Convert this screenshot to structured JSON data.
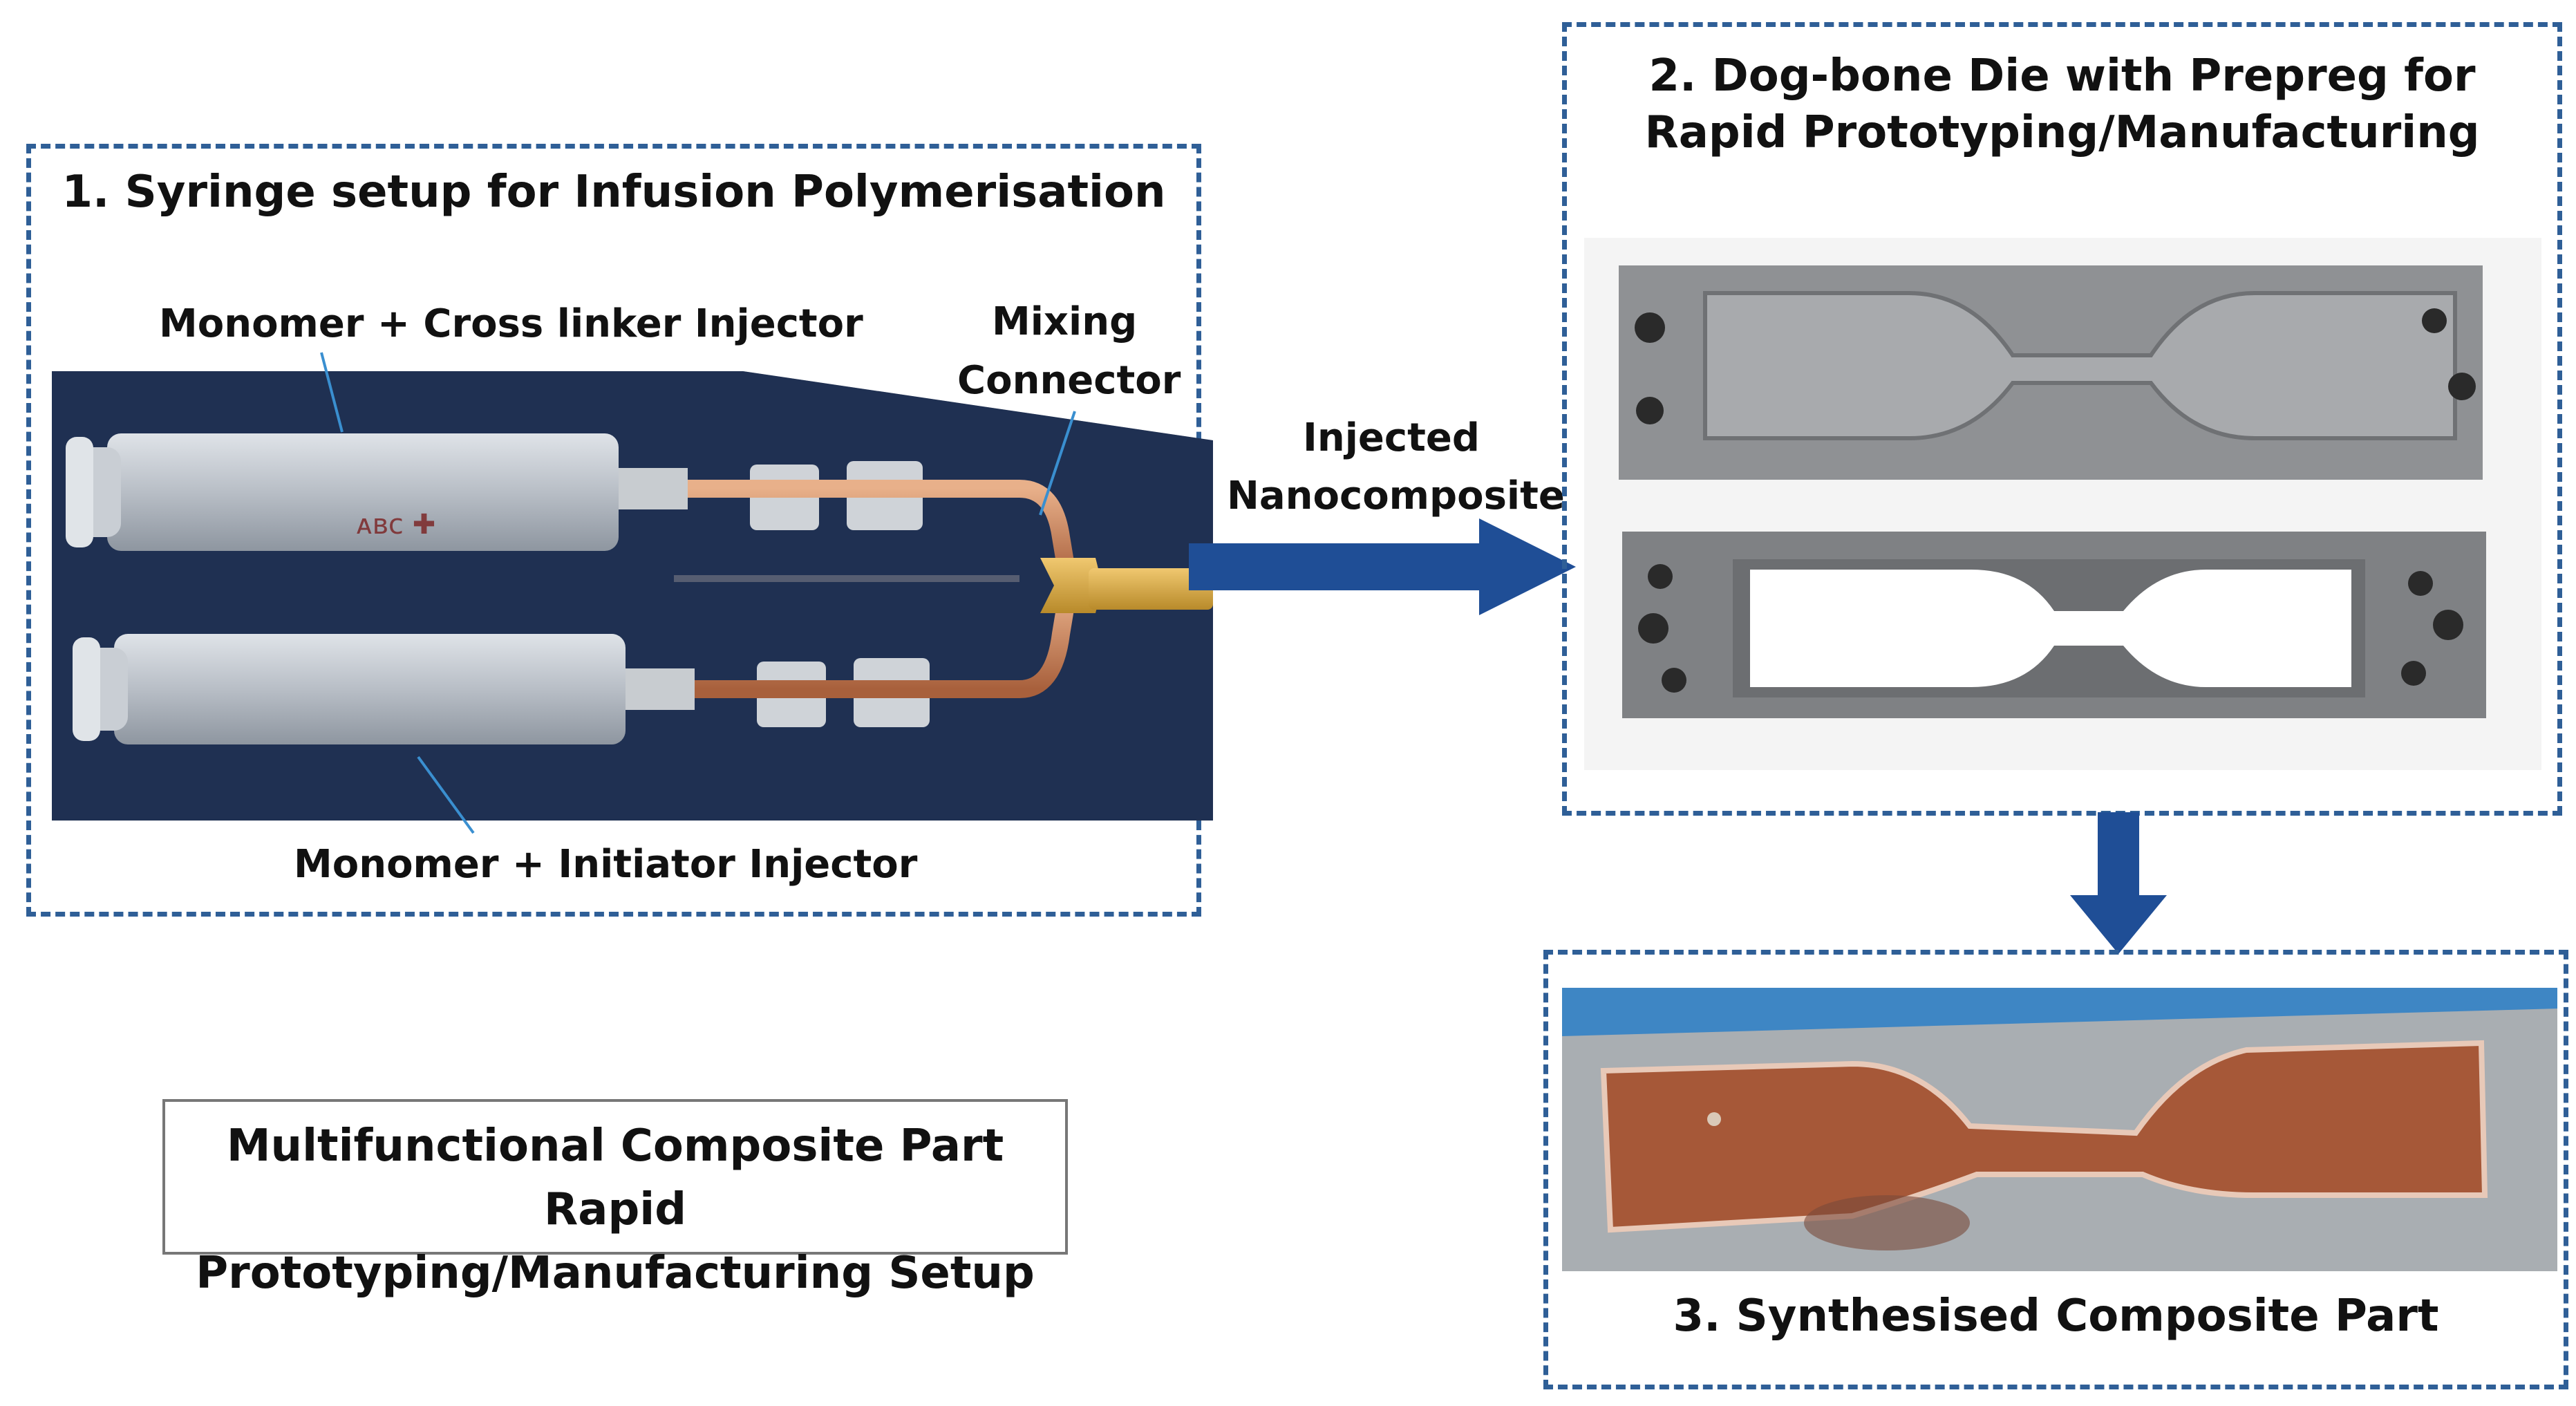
{
  "panels": {
    "syringe": {
      "title": "1. Syringe setup for Infusion Polymerisation",
      "labels": {
        "crosslinker_injector": "Monomer + Cross linker Injector",
        "mixing_line1": "Mixing",
        "mixing_line2": "Connector",
        "initiator_injector": "Monomer + Initiator Injector"
      }
    },
    "die": {
      "title_line1": "2. Dog-bone Die with Prepreg for",
      "title_line2": "Rapid Prototyping/Manufacturing"
    },
    "part": {
      "title": "3. Synthesised Composite Part"
    }
  },
  "arrow": {
    "label_line1": "Injected",
    "label_line2": "Nanocomposite"
  },
  "caption": {
    "line1": "Multifunctional Composite Part Rapid",
    "line2": "Prototyping/Manufacturing Setup"
  },
  "colors": {
    "dashed_border": "#2f5f97",
    "arrow": "#1f4e96",
    "pointer_line": "#3a8fd0"
  }
}
